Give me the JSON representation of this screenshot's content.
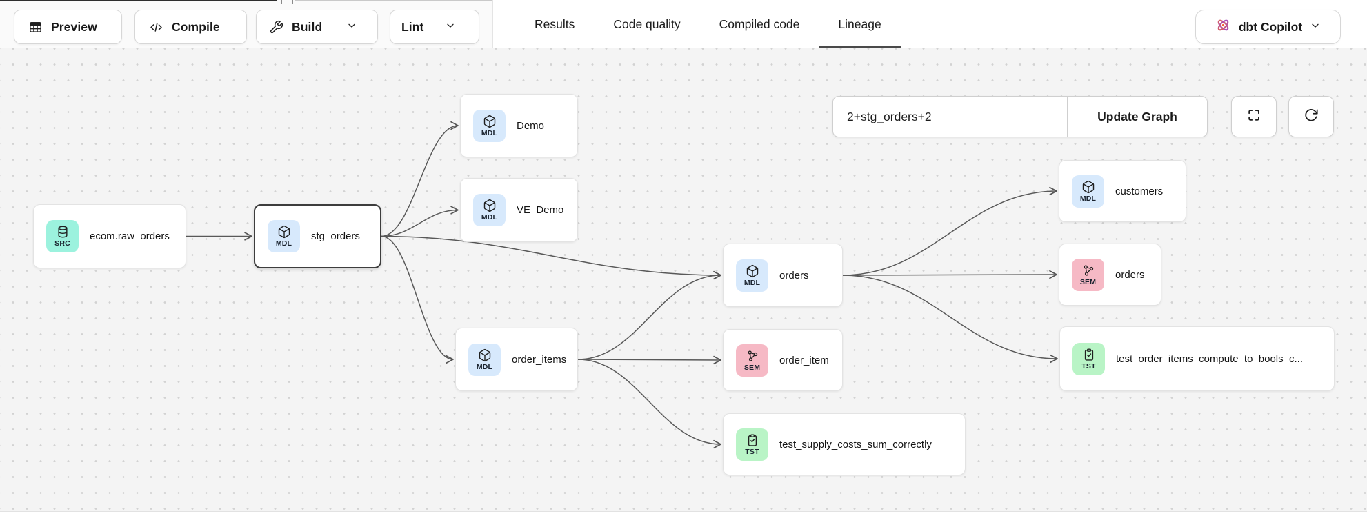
{
  "topbar": {
    "buttons": {
      "preview": {
        "label": "Preview",
        "icon": "table-icon"
      },
      "compile": {
        "label": "Compile",
        "icon": "code-icon"
      },
      "build": {
        "label": "Build",
        "icon": "wrench-icon",
        "has_dropdown": true
      },
      "lint": {
        "label": "Lint",
        "has_dropdown": true
      }
    },
    "tabs": [
      {
        "label": "Results",
        "active": false
      },
      {
        "label": "Code quality",
        "active": false
      },
      {
        "label": "Compiled code",
        "active": false
      },
      {
        "label": "Lineage",
        "active": true
      }
    ],
    "copilot": {
      "label": "dbt Copilot",
      "icon": "dbt-copilot-icon",
      "chevron": "chevron-down-icon"
    }
  },
  "lineage": {
    "selector_value": "2+stg_orders+2",
    "update_button_label": "Update Graph",
    "controls": {
      "fullscreen": "fullscreen-icon",
      "refresh": "refresh-icon"
    },
    "type_colors": {
      "SRC": "#9cf2de",
      "MDL": "#d7e9fc",
      "SEM": "#f6b9c5",
      "TST": "#b9f4c6"
    },
    "type_icons": {
      "SRC": "database-icon",
      "MDL": "cube-icon",
      "SEM": "graph-icon",
      "TST": "clipboard-check-icon"
    },
    "nodes": [
      {
        "id": "raw_orders",
        "label": "ecom.raw_orders",
        "type": "SRC",
        "selected": false
      },
      {
        "id": "stg_orders",
        "label": "stg_orders",
        "type": "MDL",
        "selected": true
      },
      {
        "id": "demo",
        "label": "Demo",
        "type": "MDL",
        "selected": false
      },
      {
        "id": "ve_demo",
        "label": "VE_Demo",
        "type": "MDL",
        "selected": false
      },
      {
        "id": "order_items",
        "label": "order_items",
        "type": "MDL",
        "selected": false
      },
      {
        "id": "orders_mdl",
        "label": "orders",
        "type": "MDL",
        "selected": false
      },
      {
        "id": "order_item_sem",
        "label": "order_item",
        "type": "SEM",
        "selected": false
      },
      {
        "id": "test_supply",
        "label": "test_supply_costs_sum_correctly",
        "type": "TST",
        "selected": false
      },
      {
        "id": "customers",
        "label": "customers",
        "type": "MDL",
        "selected": false
      },
      {
        "id": "orders_sem",
        "label": "orders",
        "type": "SEM",
        "selected": false
      },
      {
        "id": "test_order_items",
        "label": "test_order_items_compute_to_bools_c...",
        "type": "TST",
        "selected": false
      }
    ],
    "edges": [
      [
        "raw_orders",
        "stg_orders"
      ],
      [
        "stg_orders",
        "demo"
      ],
      [
        "stg_orders",
        "ve_demo"
      ],
      [
        "stg_orders",
        "orders_mdl"
      ],
      [
        "stg_orders",
        "order_items"
      ],
      [
        "order_items",
        "orders_mdl"
      ],
      [
        "order_items",
        "order_item_sem"
      ],
      [
        "order_items",
        "test_supply"
      ],
      [
        "orders_mdl",
        "customers"
      ],
      [
        "orders_mdl",
        "orders_sem"
      ],
      [
        "orders_mdl",
        "test_order_items"
      ]
    ]
  }
}
